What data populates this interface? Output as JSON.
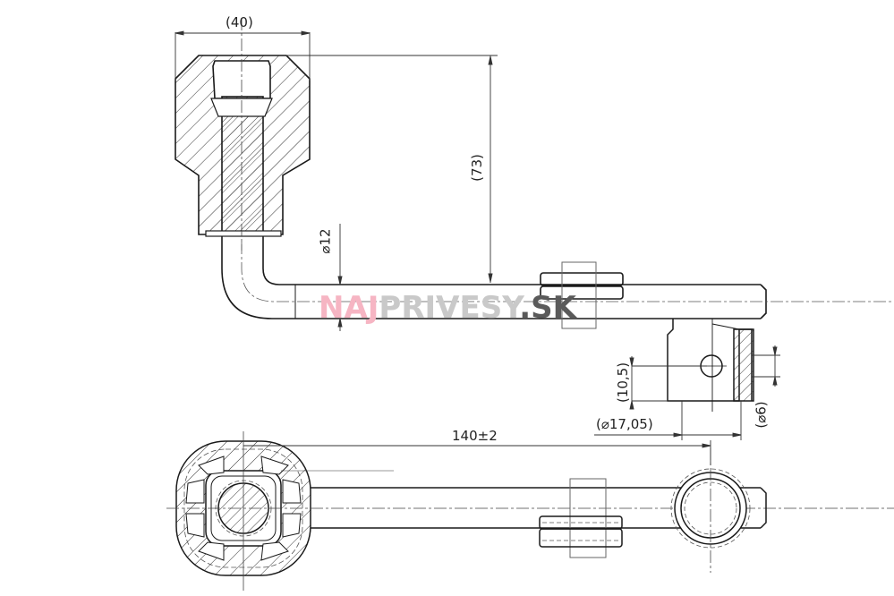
{
  "drawing": {
    "title": "Towbar socket wrench / key technical drawing",
    "views": [
      "section-elevation",
      "plan-view",
      "end-detail"
    ],
    "colors": {
      "line": "#1a1a1a",
      "thin_line": "#555555",
      "hatch": "#333333",
      "watermark_naj": "#f6b5c3",
      "watermark_privesy": "#c9c9c9",
      "watermark_sk": "#5a5a5a"
    }
  },
  "dimensions": {
    "width_40": "(40)",
    "height_73": "(73)",
    "shaft_diameter": "⌀12",
    "hole_offset": "(10,5)",
    "outer_diameter": "(⌀17,05)",
    "pin_diameter": "(⌀6)",
    "length": "140±2"
  },
  "watermark": {
    "part1": "NAJ",
    "part2": "PRIVESY",
    "part3": ".SK"
  }
}
